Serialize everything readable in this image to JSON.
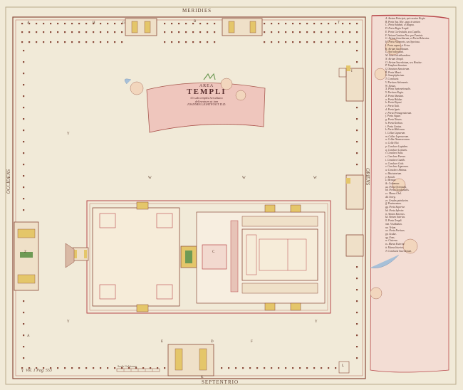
{
  "map": {
    "labels": {
      "north": "MERIDIES",
      "south": "SEPTENTRIO",
      "east": "ORIENS",
      "west": "OCCIDENS"
    },
    "cartouche": {
      "line1": "AREA",
      "line2": "TEMPLI",
      "line3": "Ut sub templis herodiano",
      "line4": "delineatum ut iam",
      "line5": "JOANNES LIGHTFOOT D.D."
    },
    "scale_label": "Scala Cubitorum",
    "vol_label": "Vol. 1 Pag. 553",
    "letters": {
      "a1": "A",
      "a2": "A",
      "b": "B",
      "c": "C",
      "d": "D",
      "e": "E",
      "f": "F",
      "g": "G",
      "h": "H",
      "k": "K",
      "l": "L",
      "t1": "T",
      "t2": "T",
      "w1": "W",
      "w2": "W",
      "w3": "W",
      "y1": "Y",
      "y2": "Y",
      "y3": "Y",
      "z": "Z",
      "i": "I"
    },
    "legend": [
      "A. Atrium Principis, qui vocatur Regia",
      "B. Porta Sus. Hoc. quae in atrium",
      "C. Porta Sabbati, et Magna.",
      "D. Porta Regia Templi.",
      "E. Porta Coelestialis, seu Capella.",
      "F. Atrium Gentium Nov. pro Feminis.",
      "G. Atrium Israelitarum, et Porta Hebraica.",
      "H. Porta Nicanoris, seu Speciosa.",
      "I. Porta aquae, et Fetus.",
      "K. Atrium Sacerdotum.",
      "L. Ara holocausti.",
      "M. Laver ad abluendum.",
      "N. Atrium Templi.",
      "O. Atrium Sacerdotum, seu Hostiae.",
      "P. Templum Sanctum.",
      "Q. Sanctum Sanctorum.",
      "R. Porta Musei.",
      "S. Gazophylacium.",
      "T. Conclavia.",
      "V. Porticus Salomonis.",
      "W. Xystus.",
      "X. Porta Septentrionalis.",
      "Y. Porticus Regia.",
      "Z. Porta Shushan.",
      "a. Porta Huldae.",
      "b. Porta Kiponi.",
      "c. Porta Tadi.",
      "d. Porta Ignis.",
      "e. Porta Primogenitorum.",
      "f. Porta Aquae.",
      "g. Porta Nitsots.",
      "h. Porta Korban.",
      "i. Porta Cantus.",
      "k. Porta Mulierum.",
      "l. Cellae Lignorum.",
      "m. Cellae Leprosorum.",
      "n. Cellae Nazaraeorum.",
      "o. Cella Olei.",
      "p. Conclave Lapidum.",
      "q. Conclave Lotionis.",
      "r. Conclave Salis.",
      "s. Conclave Parvae.",
      "t. Conclave Gazith.",
      "u. Conclave Gola.",
      "v. Conclave Lignorum.",
      "w. Conclave Abtinas.",
      "x. Mactatorium.",
      "y. Annuli.",
      "z. Mensae.",
      "&. Columnae.",
      "aa. Porta Orientalis.",
      "bb. Porta Occidentalis.",
      "cc. Murus Chel.",
      "dd. Soreg.",
      "ee. Gradus quindecim.",
      "ff. Pavimentum.",
      "gg. Porta Superior.",
      "hh. Porta Inferior.",
      "ii. Atrium Exterius.",
      "kk. Atrium Interius.",
      "ll. Porta Templi.",
      "mm. Vestibulum.",
      "nn. Velum.",
      "oo. Porta Porticus.",
      "pp. Scalae.",
      "qq. Fons.",
      "rr. Cisterna.",
      "ss. Murus Exterior.",
      "tt. Murus Interior.",
      "T. Conclavia Sacerdotum."
    ],
    "colors": {
      "paper": "#f1ead8",
      "ink": "#8a4a3a",
      "red": "#b8484a",
      "pink": "#e2a7a3",
      "yellow": "#e4c66a",
      "green": "#6e9a55",
      "blue": "#7e98b8"
    }
  }
}
